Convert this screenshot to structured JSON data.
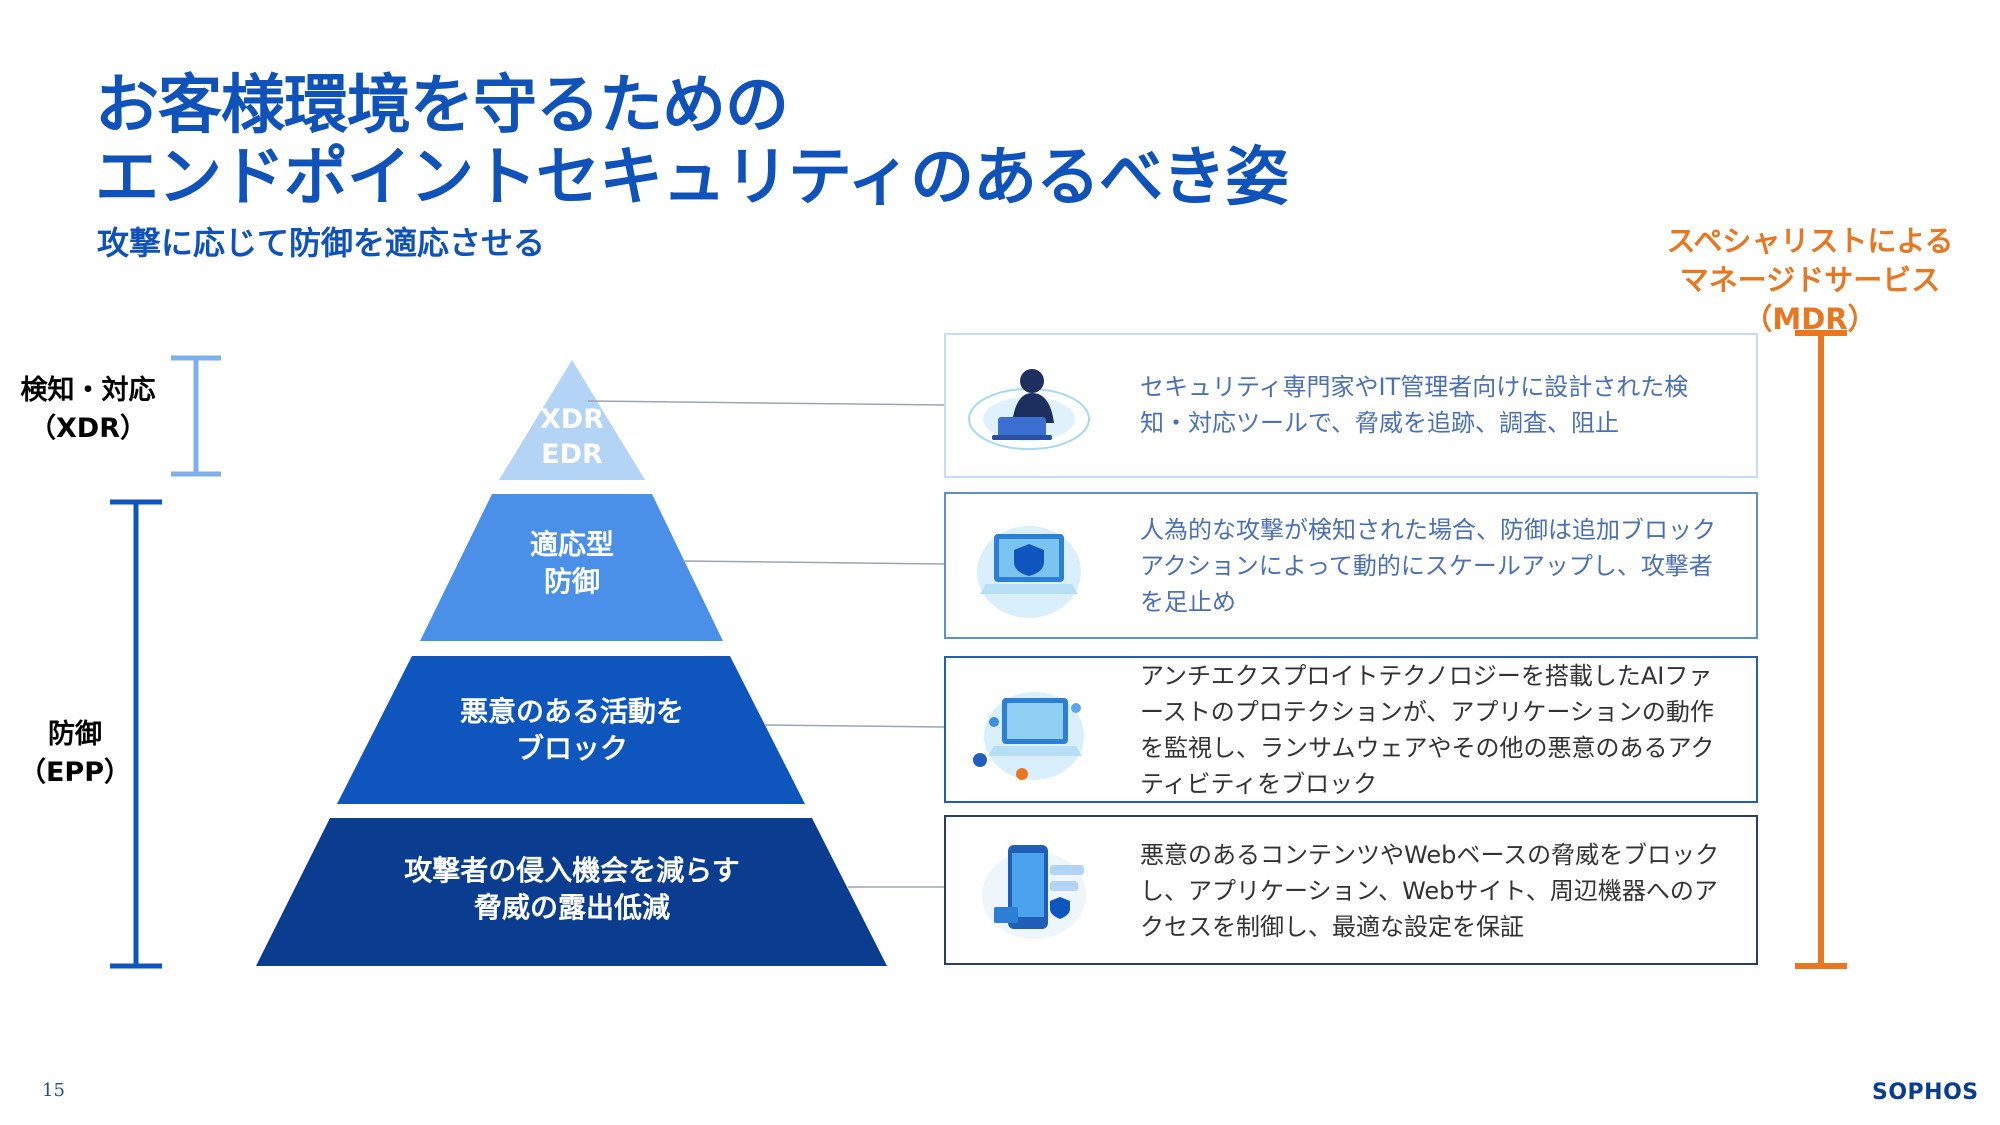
{
  "header": {
    "title_line1": "お客様環境を守るための",
    "title_line2": "エンドポイントセキュリティのあるべき姿",
    "subtitle": "攻撃に応じて防御を適応させる"
  },
  "side": {
    "xdr_label_line1": "検知・対応",
    "xdr_label_line2": "（XDR）",
    "epp_label_line1": "防御",
    "epp_label_line2": "（EPP）",
    "mdr_line1": "スペシャリストによる",
    "mdr_line2": "マネージドサービス",
    "mdr_line3": "（MDR）"
  },
  "pyramid": {
    "tier1_line1": "XDR",
    "tier1_line2": "EDR",
    "tier2_line1": "適応型",
    "tier2_line2": "防御",
    "tier3_line1": "悪意のある活動を",
    "tier3_line2": "ブロック",
    "tier4_line1": "攻撃者の侵入機会を減らす",
    "tier4_line2": "脅威の露出低減"
  },
  "panels": {
    "p1": "セキュリティ専門家やIT管理者向けに設計された検知・対応ツールで、脅威を追跡、調査、阻止",
    "p2": "人為的な攻撃が検知された場合、防御は追加ブロックアクションによって動的にスケールアップし、攻撃者を足止め",
    "p3": "アンチエクスプロイトテクノロジーを搭載したAIファーストのプロテクションが、アプリケーションの動作を監視し、ランサムウェアやその他の悪意のあるアクティビティをブロック",
    "p4": "悪意のあるコンテンツやWebベースの脅威をブロックし、アプリケーション、Webサイト、周辺機器へのアクセスを制御し、最適な設定を保証"
  },
  "footer": {
    "page_number": "15",
    "logo": "SOPHOS"
  },
  "icons": {
    "p1": "hacker-laptop-icon",
    "p2": "shield-laptop-icon",
    "p3": "laptop-virus-icon",
    "p4": "mobile-security-icon"
  },
  "colors": {
    "brand_blue": "#0f52ba",
    "tier1": "#b3d4f5",
    "tier2": "#4a8fe8",
    "tier3": "#0e56bd",
    "tier4": "#0a3d8f",
    "mdr_orange": "#e87722"
  }
}
